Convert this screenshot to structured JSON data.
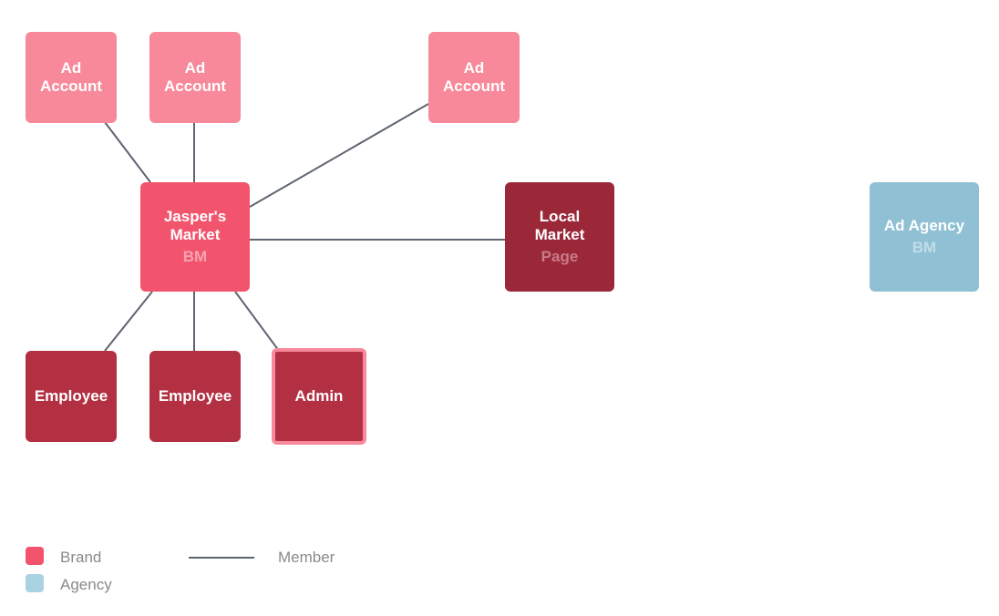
{
  "colors": {
    "brand": "#f2546d",
    "ad_account": "#f7899a",
    "page": "#9a2839",
    "employee": "#b33043",
    "agency": "#8fc0d4",
    "edge": "#5e6470"
  },
  "nodes": {
    "ad_account_1": {
      "title": "Ad Account"
    },
    "ad_account_2": {
      "title": "Ad Account"
    },
    "ad_account_3": {
      "title": "Ad Account"
    },
    "jaspers_market": {
      "title": "Jasper's Market",
      "subtitle": "BM"
    },
    "local_market": {
      "title": "Local Market",
      "subtitle": "Page"
    },
    "ad_agency": {
      "title": "Ad Agency",
      "subtitle": "BM"
    },
    "employee_1": {
      "title": "Employee"
    },
    "employee_2": {
      "title": "Employee"
    },
    "admin": {
      "title": "Admin"
    }
  },
  "edges": [
    {
      "from": "jaspers_market",
      "to": "ad_account_1",
      "type": "Member"
    },
    {
      "from": "jaspers_market",
      "to": "ad_account_2",
      "type": "Member"
    },
    {
      "from": "jaspers_market",
      "to": "ad_account_3",
      "type": "Member"
    },
    {
      "from": "jaspers_market",
      "to": "local_market",
      "type": "Member"
    },
    {
      "from": "jaspers_market",
      "to": "employee_1",
      "type": "Member"
    },
    {
      "from": "jaspers_market",
      "to": "employee_2",
      "type": "Member"
    },
    {
      "from": "jaspers_market",
      "to": "admin",
      "type": "Member"
    }
  ],
  "legend": {
    "brand": "Brand",
    "agency": "Agency",
    "member": "Member"
  }
}
